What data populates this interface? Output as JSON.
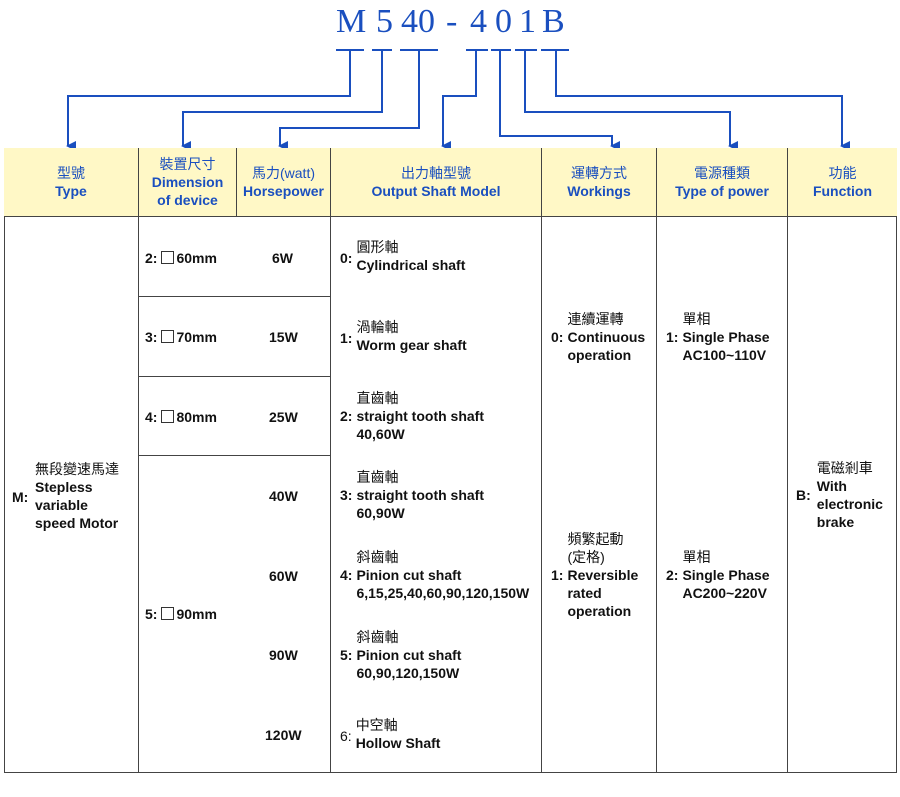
{
  "code": {
    "chars": [
      "M",
      "5",
      "40",
      "-",
      "4",
      "0",
      "1",
      "B"
    ]
  },
  "headers": [
    {
      "zh": "型號",
      "en": "Type"
    },
    {
      "zh": "裝置尺寸",
      "en": "Dimension",
      "en2": "of device"
    },
    {
      "zh": "馬力(watt)",
      "en": "Horsepower"
    },
    {
      "zh": "出力軸型號",
      "en": "Output Shaft Model"
    },
    {
      "zh": "運轉方式",
      "en": "Workings"
    },
    {
      "zh": "電源種類",
      "en": "Type of power"
    },
    {
      "zh": "功能",
      "en": "Function"
    }
  ],
  "type": {
    "code": "M:",
    "zh": "無段變速馬達",
    "en1": "Stepless",
    "en2": "variable",
    "en3": "speed Motor"
  },
  "dimensions": [
    {
      "code": "2:",
      "size": "60mm"
    },
    {
      "code": "3:",
      "size": "70mm"
    },
    {
      "code": "4:",
      "size": "80mm"
    },
    {
      "code": "5:",
      "size": "90mm"
    }
  ],
  "horsepower": [
    "6W",
    "15W",
    "25W",
    "40W",
    "60W",
    "90W",
    "120W"
  ],
  "shafts": [
    {
      "code": "0:",
      "zh": "圓形軸",
      "en": "Cylindrical shaft",
      "extra": ""
    },
    {
      "code": "1:",
      "zh": "渦輪軸",
      "en": "Worm gear shaft",
      "extra": ""
    },
    {
      "code": "2:",
      "zh": "直齒軸",
      "en": "straight tooth shaft",
      "extra": "40,60W"
    },
    {
      "code": "3:",
      "zh": "直齒軸",
      "en": "straight tooth shaft",
      "extra": "60,90W"
    },
    {
      "code": "4:",
      "zh": "斜齒軸",
      "en": "Pinion cut shaft",
      "extra": "6,15,25,40,60,90,120,150W"
    },
    {
      "code": "5:",
      "zh": "斜齒軸",
      "en": "Pinion cut shaft",
      "extra": "60,90,120,150W"
    },
    {
      "code": "6:",
      "zh": "中空軸",
      "en": "Hollow Shaft",
      "extra": ""
    }
  ],
  "workings": [
    {
      "code": "0:",
      "zh": "連續運轉",
      "en1": "Continuous",
      "en2": "operation"
    },
    {
      "code": "1:",
      "zh1": "頻繁起動",
      "zh2": "(定格)",
      "en1": "Reversible",
      "en2": "rated",
      "en3": "operation"
    }
  ],
  "power": [
    {
      "code": "1:",
      "zh": "單相",
      "en1": "Single Phase",
      "en2": "AC100~110V"
    },
    {
      "code": "2:",
      "zh": "單相",
      "en1": "Single Phase",
      "en2": "AC200~220V"
    }
  ],
  "function": {
    "code": "B:",
    "zh": "電磁剎車",
    "en1": "With",
    "en2": "electronic",
    "en3": "brake"
  },
  "colors": {
    "accent": "#1a4fbf",
    "header_bg": "#fff8c6",
    "border": "#444444"
  }
}
